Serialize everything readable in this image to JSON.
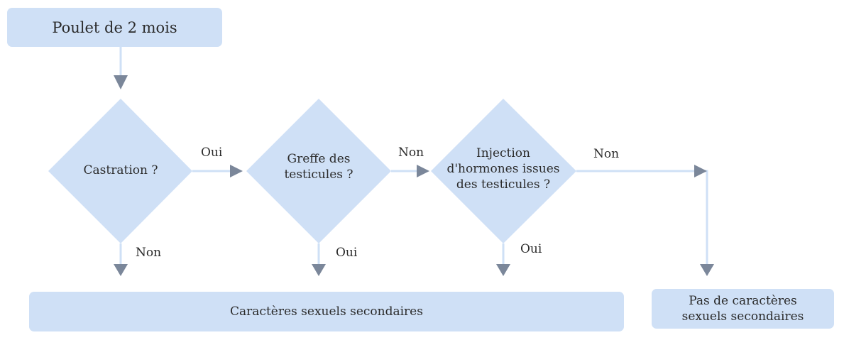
{
  "nodes": {
    "start": "Poulet de 2 mois",
    "q1": "Castration ?",
    "q2_line1": "Greffe des",
    "q2_line2": "testicules ?",
    "q3_line1": "Injection",
    "q3_line2": "d'hormones issues",
    "q3_line3": "des testicules ?",
    "result_yes": "Caractères sexuels secondaires",
    "result_no_line1": "Pas de caractères",
    "result_no_line2": "sexuels secondaires"
  },
  "edges": {
    "q1_to_q2": "Oui",
    "q1_down": "Non",
    "q2_to_q3": "Non",
    "q2_down": "Oui",
    "q3_right": "Non",
    "q3_down": "Oui"
  },
  "colors": {
    "node_fill": "#cfe0f6",
    "connector": "#cfe0f6",
    "arrowhead": "#7b879a"
  }
}
